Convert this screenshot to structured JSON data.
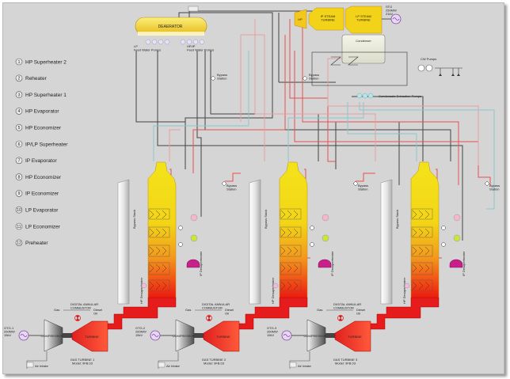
{
  "legend": {
    "items": [
      {
        "num": "1",
        "label": "HP Superheater 2"
      },
      {
        "num": "2",
        "label": "Reheater"
      },
      {
        "num": "3",
        "label": "HP Superheater 1"
      },
      {
        "num": "4",
        "label": "HP Evaporator"
      },
      {
        "num": "5",
        "label": "HP Economizer"
      },
      {
        "num": "6",
        "label": "IP/LP Superheater"
      },
      {
        "num": "7",
        "label": "IP Evaporator"
      },
      {
        "num": "8",
        "label": "HP Economizer"
      },
      {
        "num": "9",
        "label": "IP Economizer"
      },
      {
        "num": "10",
        "label": "LP Evaporator"
      },
      {
        "num": "11",
        "label": "LP Economizer"
      },
      {
        "num": "12",
        "label": "Preheater"
      }
    ]
  },
  "top": {
    "deaerator": "DEAERATOR",
    "lp_pumps": "LP\nFeed Water Pumps",
    "hpip_pumps": "HP/IP\nFeed Water Pumps",
    "hp_turbine": "HP",
    "ip_turbine": "IP STEAM\nTURBINE",
    "lp_turbine": "LP STEAM\nTURBINE",
    "generator_rating": "STG\n250MW\n21kV",
    "condenser": "Condenser",
    "cw_pumps": "CW Pumps",
    "condensate_pumps": "Condensate Extraction Pumps",
    "bypass_left": "Bypass\nStation",
    "bypass_mid": "Bypass\nStation"
  },
  "units": [
    {
      "stack": "Bypass Stack",
      "hp_desuperheater": "HP Desuperheater",
      "ip_desuperheater": "IP Desuperheater",
      "combustor": "DIGITAL ANNULAR\nCOMBUSTOR",
      "gas": "Gas",
      "diesel": "Diesel\nOil",
      "compressor": "COMPRESSOR",
      "turbine": "TURBINE",
      "generator": "GTG-1\n260MW\n15kV",
      "air_intake": "Air Intake",
      "caption": "GAS TURBINE 1\nModel: 9FB.03",
      "bypass": "Bypass\nStation"
    },
    {
      "stack": "Bypass Stack",
      "hp_desuperheater": "HP Desuperheater",
      "ip_desuperheater": "IP Desuperheater",
      "combustor": "DIGITAL ANNULAR\nCOMBUSTOR",
      "gas": "Gas",
      "diesel": "Diesel\nOil",
      "compressor": "COMPRESSOR",
      "turbine": "TURBINE",
      "generator": "GTG-2\n260MW\n15kV",
      "air_intake": "Air Intake",
      "caption": "GAS TURBINE 2\nModel: 9FB.03",
      "bypass": "Bypass\nStation"
    },
    {
      "stack": "Bypass Stack",
      "hp_desuperheater": "HP Desuperheater",
      "ip_desuperheater": "IP Desuperheater",
      "combustor": "DIGITAL ANNULAR\nCOMBUSTOR",
      "gas": "Gas",
      "diesel": "Diesel\nOil",
      "compressor": "COMPRESSOR",
      "turbine": "TURBINE",
      "generator": "GTG-3\n260MW\n15kV",
      "air_intake": "Air Intake",
      "caption": "GAS TURBINE 3\nModel: 9FB.03",
      "bypass": "Bypass\nStation"
    }
  ],
  "colors": {
    "background": "#d5d5d5",
    "steam_red": "#e85050",
    "water_gray": "#444444",
    "pink_line": "#e9a0a0",
    "aqua_line": "#8cc8cc",
    "exhaust": "#e61b1b",
    "turbine_yellow": "#f3d21a",
    "hrsg_top": "#f3e31a",
    "hrsg_bottom": "#f01a10"
  }
}
